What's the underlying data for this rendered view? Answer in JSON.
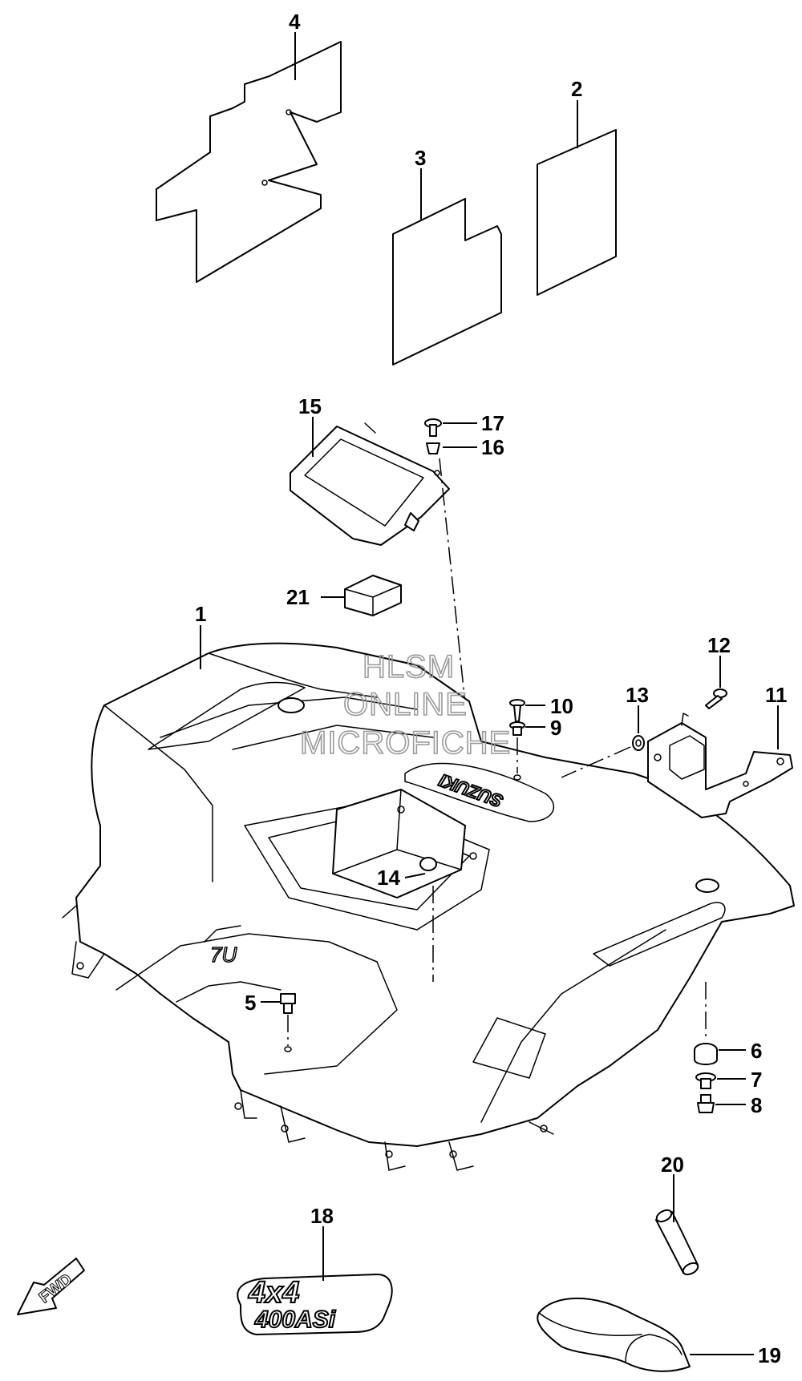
{
  "watermark": {
    "line1": "HLSM",
    "line2": "ONLINE",
    "line3": "MICROFICHE"
  },
  "fwd_label": "FWD",
  "fender_text": "SUZUKI",
  "decal_18": {
    "line1": "4x4",
    "line2": "400ASi"
  },
  "callouts": {
    "c1": "1",
    "c2": "2",
    "c3": "3",
    "c4": "4",
    "c5": "5",
    "c6": "6",
    "c7": "7",
    "c8": "8",
    "c9": "9",
    "c10": "10",
    "c11": "11",
    "c12": "12",
    "c13": "13",
    "c14": "14",
    "c15": "15",
    "c16": "16",
    "c17": "17",
    "c18": "18",
    "c19": "19",
    "c20": "20",
    "c21": "21"
  }
}
